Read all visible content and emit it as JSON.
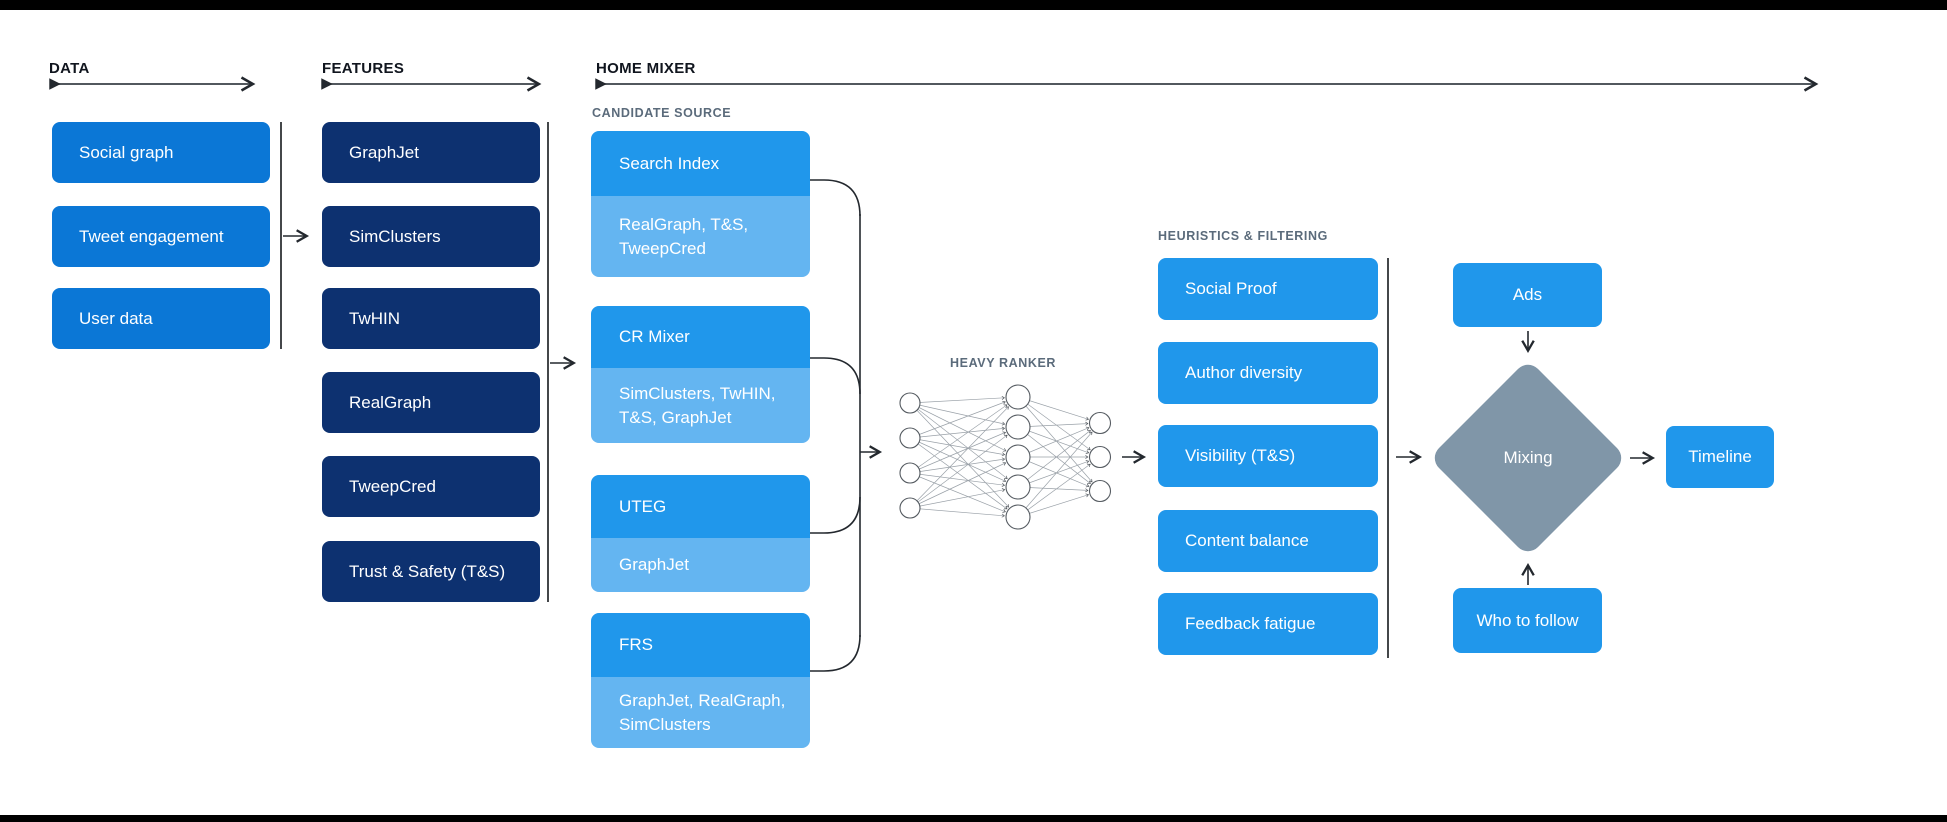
{
  "diagram": {
    "headers": {
      "data": "DATA",
      "features": "FEATURES",
      "home_mixer": "HOME MIXER"
    },
    "data_sources": [
      "Social graph",
      "Tweet engagement",
      "User data"
    ],
    "feature_stores": [
      "GraphJet",
      "SimClusters",
      "TwHIN",
      "RealGraph",
      "TweepCred",
      "Trust & Safety (T&S)"
    ],
    "candidate_source": {
      "label": "CANDIDATE SOURCE",
      "boxes": [
        {
          "title": "Search Index",
          "features": "RealGraph, T&S, TweepCred"
        },
        {
          "title": "CR Mixer",
          "features": "SimClusters, TwHIN, T&S, GraphJet"
        },
        {
          "title": "UTEG",
          "features": "GraphJet"
        },
        {
          "title": "FRS",
          "features": "GraphJet, RealGraph, SimClusters"
        }
      ]
    },
    "heavy_ranker": {
      "label": "HEAVY RANKER"
    },
    "heuristics": {
      "label": "HEURISTICS & FILTERING",
      "boxes": [
        "Social Proof",
        "Author diversity",
        "Visibility (T&S)",
        "Content balance",
        "Feedback fatigue"
      ]
    },
    "mixing": {
      "ads": "Ads",
      "diamond": "Mixing",
      "who_to_follow": "Who to follow",
      "timeline": "Timeline"
    },
    "colors": {
      "data_box": "#0b77d6",
      "feature_box": "#0d3170",
      "primary_blue": "#2097eb",
      "light_blue": "#64b5f1",
      "diamond_gray": "#8096a8"
    }
  }
}
